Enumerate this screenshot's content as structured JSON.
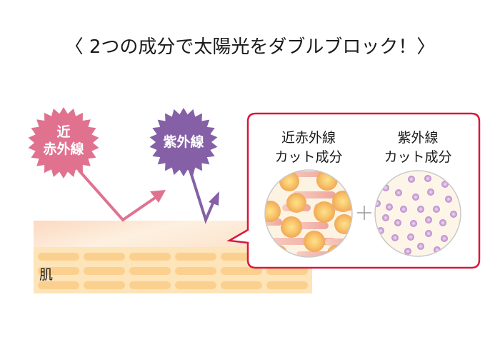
{
  "title": "〈 2つの成分で太陽光をダブルブロック！〉",
  "rays": [
    {
      "id": "near-infrared",
      "label_line1": "近",
      "label_line2": "赤外線",
      "color": "#e07290"
    },
    {
      "id": "ultraviolet",
      "label_line1": "紫外線",
      "label_line2": "",
      "color": "#8560a6"
    }
  ],
  "skin": {
    "label": "肌",
    "top_layer_color": "#fde3cc",
    "bottom_layer_color": "#fde5b8",
    "cell_color": "#fbcf8b",
    "rows": 3,
    "columns": 6
  },
  "bubble": {
    "border_color": "#d7183c",
    "ingredients": [
      {
        "line1": "近赤外線",
        "line2": "カット成分",
        "particle": "orange-spheres-and-pink-bars"
      },
      {
        "line1": "紫外線",
        "line2": "カット成分",
        "particle": "purple-dots"
      }
    ],
    "operator": "+"
  }
}
